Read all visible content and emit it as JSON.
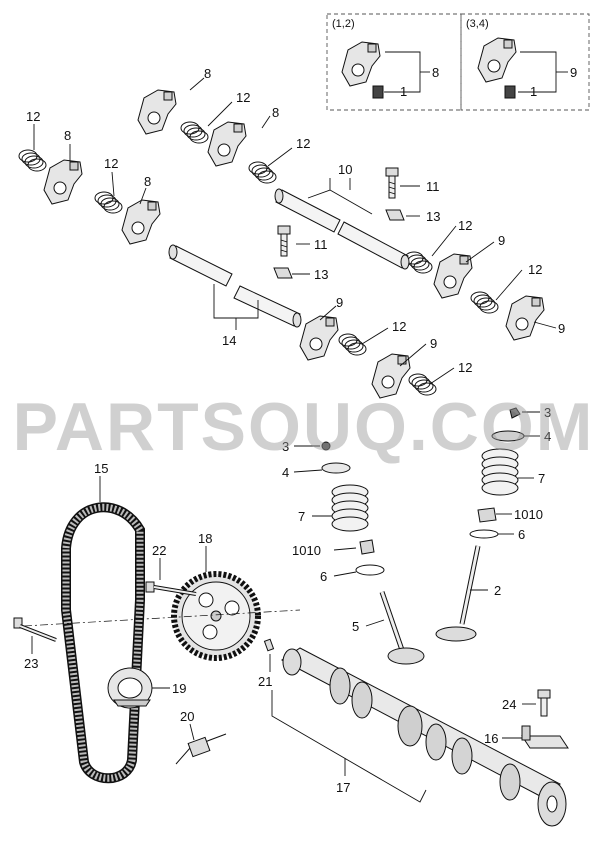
{
  "insets": [
    {
      "heading": "(1,2)",
      "rocker_ref": "8",
      "adjuster_ref": "1"
    },
    {
      "heading": "(3,4)",
      "rocker_ref": "9",
      "adjuster_ref": "1"
    }
  ],
  "callouts": {
    "c1": "1",
    "c2": "2",
    "c3": "3",
    "c4": "4",
    "c5": "5",
    "c6": "6",
    "c7": "7",
    "c8": "8",
    "c9": "9",
    "c10": "10",
    "c11": "11",
    "c12": "12",
    "c13": "13",
    "c14": "14",
    "c15": "15",
    "c16": "16",
    "c17": "17",
    "c18": "18",
    "c19": "19",
    "c20": "20",
    "c21": "21",
    "c22": "22",
    "c23": "23",
    "c24": "24",
    "c1010": "1010"
  },
  "watermark": "PARTSOUQ.COM"
}
